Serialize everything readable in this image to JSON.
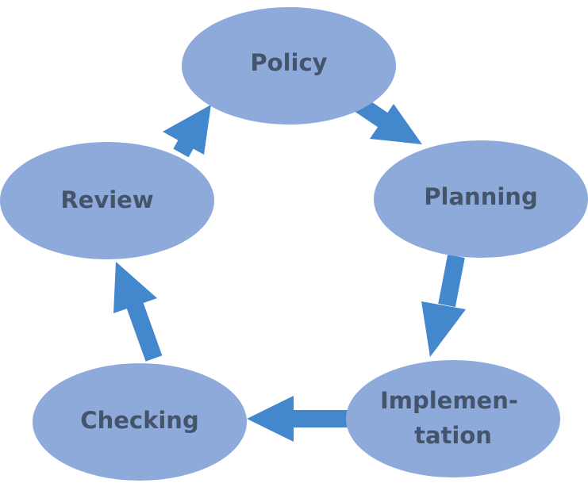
{
  "diagram": {
    "nodes": [
      {
        "id": "policy",
        "label_lines": [
          "Policy"
        ]
      },
      {
        "id": "planning",
        "label_lines": [
          "Planning"
        ]
      },
      {
        "id": "implementation",
        "label_lines": [
          "Implemen-",
          "tation"
        ]
      },
      {
        "id": "checking",
        "label_lines": [
          "Checking"
        ]
      },
      {
        "id": "review",
        "label_lines": [
          "Review"
        ]
      }
    ],
    "edges": [
      {
        "from": "policy",
        "to": "planning"
      },
      {
        "from": "planning",
        "to": "implementation"
      },
      {
        "from": "implementation",
        "to": "checking"
      },
      {
        "from": "checking",
        "to": "review"
      },
      {
        "from": "review",
        "to": "policy"
      }
    ],
    "colors": {
      "node_fill": "#8eaadb",
      "label_text": "#44546a",
      "arrow": "#4387cc",
      "background": "#ffffff"
    }
  }
}
